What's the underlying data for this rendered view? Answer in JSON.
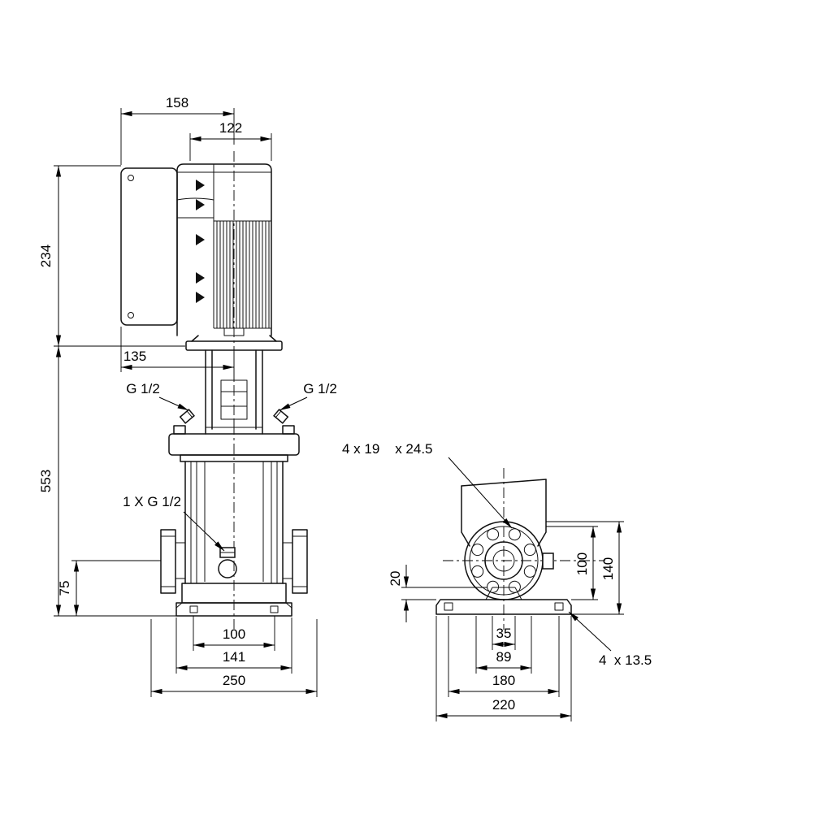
{
  "colors": {
    "line": "#111111",
    "background": "#ffffff"
  },
  "side_view": {
    "dims": {
      "width_top": "158",
      "width_motor": "122",
      "height_motor": "234",
      "offset_motor": "135",
      "height_pump": "553",
      "port_height": "75",
      "base_slot_span": "100",
      "base_plate_width": "141",
      "base_overall": "250"
    },
    "labels": {
      "plug_left": "G 1/2",
      "plug_right": "G 1/2",
      "drain": "1 X G 1/2"
    }
  },
  "end_view": {
    "dims": {
      "base_gap": "20",
      "port_center_height": "100",
      "port_top_height": "140",
      "foot_width": "35",
      "boss_width": "89",
      "slot_span": "180",
      "base_width": "220"
    },
    "labels": {
      "flange_holes": "4 x 19    x 24.5",
      "base_holes": "4  x 13.5"
    }
  }
}
